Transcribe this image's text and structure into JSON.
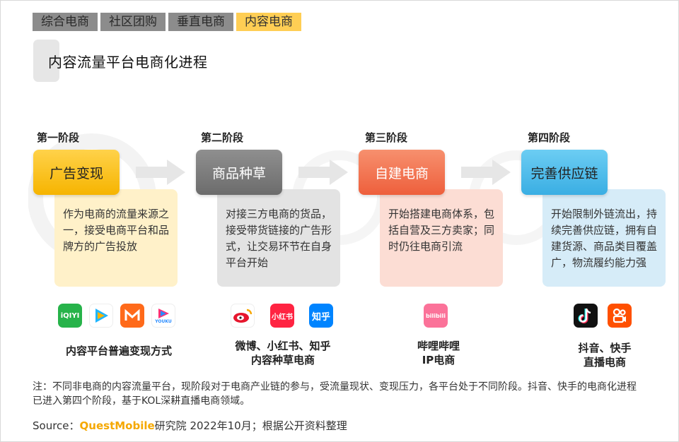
{
  "tabs": [
    "综合电商",
    "社区团购",
    "垂直电商",
    "内容电商"
  ],
  "title": "内容流量平台电商化进程",
  "stages": [
    {
      "label": "第一阶段",
      "head": "广告变现",
      "desc": "作为电商的流量来源之一，接受电商平台和品牌方的广告投放"
    },
    {
      "label": "第二阶段",
      "head": "商品种草",
      "desc": "对接三方电商的货品，接受带货链接的广告形式，让交易环节在自身平台开始"
    },
    {
      "label": "第三阶段",
      "head": "自建电商",
      "desc": "开始搭建电商体系，包括自营及三方卖家；同时仍往电商引流"
    },
    {
      "label": "第四阶段",
      "head": "完善供应链",
      "desc": "开始限制外链流出，持续完善供应链，拥有自建货源、商品类目覆盖广，物流履约能力强"
    }
  ],
  "icons": {
    "iqiyi": "iQIYI",
    "xiaohongshu": "小红书",
    "zhihu": "知乎",
    "bilibili": "bilibili",
    "youku": "YOUKU"
  },
  "captions": {
    "c1": "内容平台普遍变现方式",
    "c2_line1": "微博、小红书、知乎",
    "c2_line2": "内容种草电商",
    "c3_line1": "哔哩哔哩",
    "c3_line2": "IP电商",
    "c4_line1": "抖音、快手",
    "c4_line2": "直播电商"
  },
  "note": "注：不同非电商的内容流量平台，现阶段对于电商产业链的参与，受流量现状、变现压力，各平台处于不同阶段。抖音、快手的电商化进程已进入第四个阶段，基于KOL深耕直播电商领域。",
  "source": {
    "prefix": "Source：",
    "brand": "QuestMobile",
    "suffix": "研究院 2022年10月；根据公开资料整理"
  },
  "colors": {
    "tab_active": "#ffce54",
    "tab_inactive": "#8c8c8c",
    "stage1": "#f6b400",
    "stage2": "#6c6c6c",
    "stage3": "#ee5f3c",
    "stage4": "#3aaee3",
    "brand": "#f5a800"
  }
}
